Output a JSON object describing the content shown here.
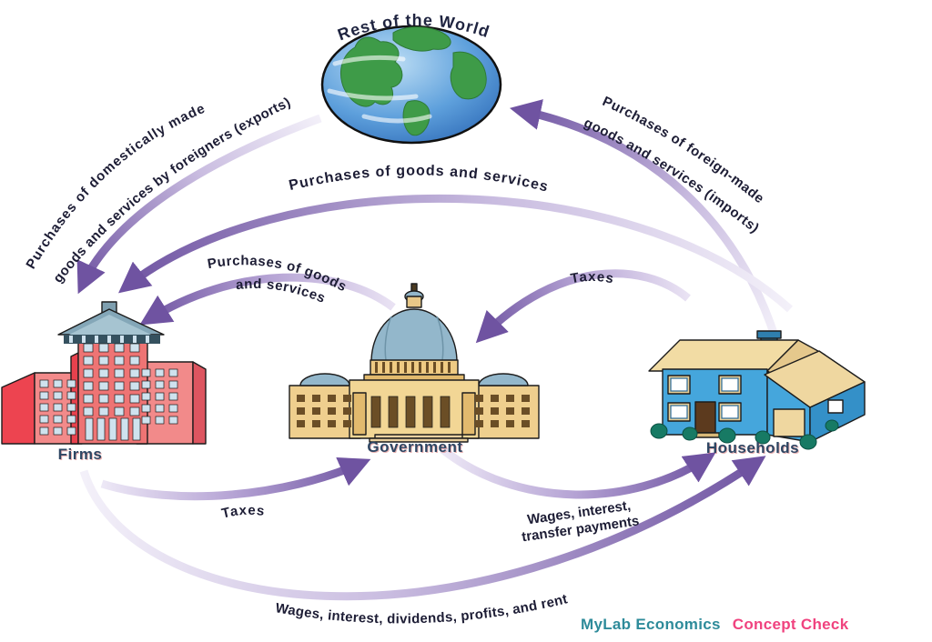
{
  "diagram": {
    "nodes": {
      "rest_of_world": "Rest of the World",
      "firms": "Firms",
      "government": "Government",
      "households": "Households"
    },
    "flows": {
      "exports": {
        "label_line1": "Purchases of domestically made",
        "label_line2": "goods and services by foreigners (exports)",
        "from": "Rest of the World",
        "to": "Firms"
      },
      "imports": {
        "label_line1": "Purchases of foreign-made",
        "label_line2": "goods and services (imports)",
        "from": "Households",
        "to": "Rest of the World"
      },
      "household_purchases": {
        "label": "Purchases of goods and services",
        "from": "Households",
        "to": "Firms"
      },
      "government_purchases": {
        "label_line1": "Purchases of goods",
        "label_line2": "and services",
        "from": "Government",
        "to": "Firms"
      },
      "household_taxes": {
        "label": "Taxes",
        "from": "Households",
        "to": "Government"
      },
      "firm_taxes": {
        "label": "Taxes",
        "from": "Firms",
        "to": "Government"
      },
      "government_payments": {
        "label_line1": "Wages, interest,",
        "label_line2": "transfer payments",
        "from": "Government",
        "to": "Households"
      },
      "firm_payments": {
        "label": "Wages, interest, dividends, profits, and rent",
        "from": "Firms",
        "to": "Households"
      }
    },
    "footer": {
      "brand": "MyLab Economics",
      "check": "Concept Check"
    },
    "colors": {
      "arrow_dark": "#7156a3",
      "arrow_light": "#f3f0f9",
      "label_text": "#1d1d35",
      "node_label": "#2e4663",
      "brand_teal": "#2e8b9a",
      "check_pink": "#f0437f"
    }
  }
}
